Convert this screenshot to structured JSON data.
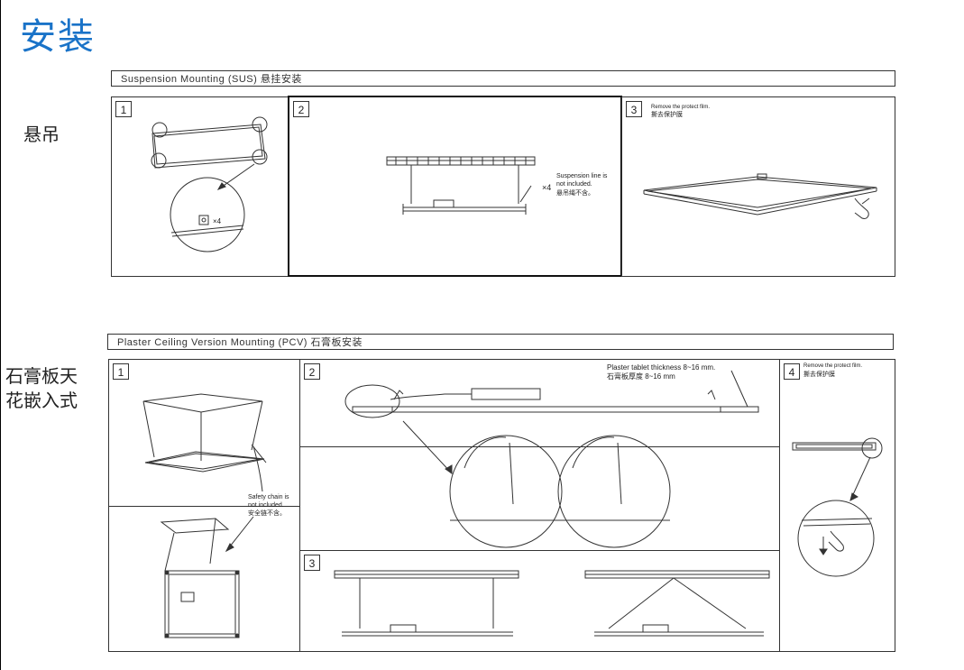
{
  "page": {
    "title": "安装"
  },
  "labels": {
    "suspension_side": "悬吊",
    "plaster_side_line1": "石膏板天",
    "plaster_side_line2": "花嵌入式"
  },
  "sections": {
    "sus_header": "Suspension Mounting (SUS) 悬挂安装",
    "pcv_header": "Plaster Ceiling Version Mounting (PCV) 石膏板安装"
  },
  "sus_steps": {
    "s1": "1",
    "s2": "2",
    "s3": "3",
    "x4_small": "×4",
    "line_x4": "×4",
    "line_en1": "Suspension line is",
    "line_en2": "not included.",
    "line_cn": "悬吊绳不含。",
    "film_en": "Remove the protect film.",
    "film_cn": "撕去保护膜"
  },
  "pcv_steps": {
    "s1": "1",
    "s2": "2",
    "s3": "3",
    "s4": "4",
    "chain_en1": "Safety chain is",
    "chain_en2": "not included.",
    "chain_cn": "安全链不含。",
    "tablet_en": "Plaster tablet thickness 8~16 mm.",
    "tablet_cn": "石膏板厚度 8~16 mm",
    "film_en": "Remove the protect film.",
    "film_cn": "撕去保护膜"
  },
  "colors": {
    "title_blue": "#1a73c8",
    "line": "#333333"
  }
}
